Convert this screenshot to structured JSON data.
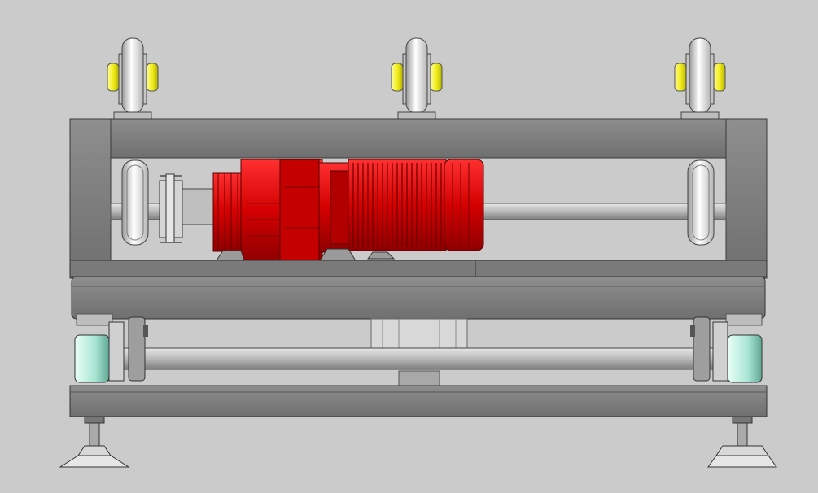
{
  "colors": {
    "background": "#cbcbcb",
    "frame": "#7f7f7f",
    "frame_dark": "#4a4a4a",
    "frame_light": "#9a9a9a",
    "motor_red": "#d40000",
    "motor_red_dark": "#8e0000",
    "motor_red_light": "#ff2a2a",
    "caster_yellow": "#f2ee1e",
    "wheel_white": "#f4f4f4",
    "guide_wheel_green": "#a8e4d2",
    "shaft": "#b9b9b9",
    "foot": "#d8d8d8"
  },
  "components": {
    "top_casters": [
      "caster-left",
      "caster-center",
      "caster-right"
    ],
    "drive": [
      "gear-motor",
      "sprocket",
      "drive-shaft",
      "drive-wheel-left",
      "drive-wheel-right"
    ],
    "base": [
      "lower-shaft",
      "guide-wheel-left",
      "guide-wheel-right",
      "leveling-foot-left",
      "leveling-foot-right"
    ]
  }
}
